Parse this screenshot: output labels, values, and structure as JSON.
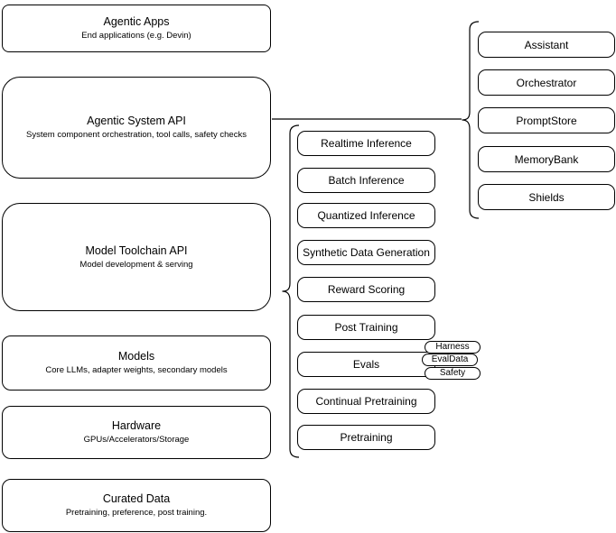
{
  "diagram": {
    "stack": [
      {
        "title": "Agentic Apps",
        "subtitle": "End applications (e.g. Devin)"
      },
      {
        "title": "Agentic System API",
        "subtitle": "System component orchestration, tool calls, safety checks"
      },
      {
        "title": "Model Toolchain API",
        "subtitle": "Model development & serving"
      },
      {
        "title": "Models",
        "subtitle": "Core LLMs, adapter weights, secondary models"
      },
      {
        "title": "Hardware",
        "subtitle": "GPUs/Accelerators/Storage"
      },
      {
        "title": "Curated Data",
        "subtitle": "Pretraining, preference, post training."
      }
    ],
    "toolchain": {
      "items": [
        "Realtime Inference",
        "Batch Inference",
        "Quantized Inference",
        "Synthetic Data Generation",
        "Reward Scoring",
        "Post Training",
        "Evals",
        "Continual Pretraining",
        "Pretraining"
      ],
      "eval_tags": [
        "Harness",
        "EvalData",
        "Safety"
      ]
    },
    "system": {
      "items": [
        "Assistant",
        "Orchestrator",
        "PromptStore",
        "MemoryBank",
        "Shields"
      ]
    },
    "colors": {
      "stroke": "#000000",
      "background": "#ffffff"
    }
  }
}
